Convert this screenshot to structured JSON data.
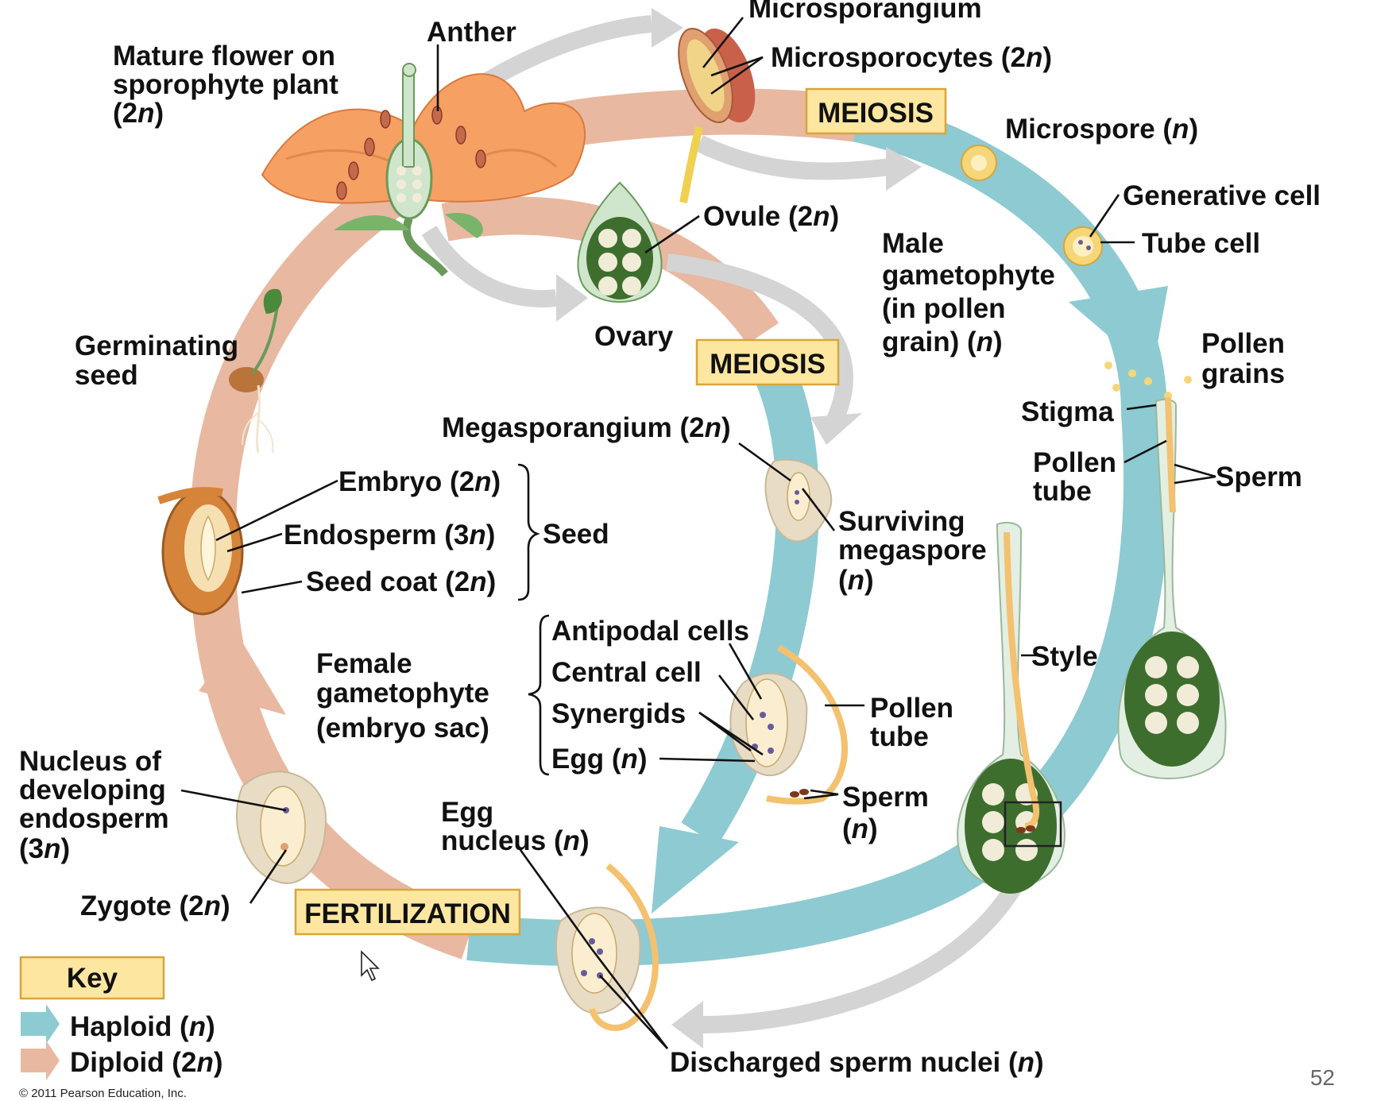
{
  "colors": {
    "haploid": "#8ecad2",
    "diploid": "#e8b8a1",
    "gray_arrow": "#d4d4d4",
    "stage_box_fill": "#fde7a0",
    "stage_box_stroke": "#d9a53a",
    "flower_orange": "#f6a064",
    "ovary_green": "#3e6e2e",
    "pollen_yellow": "#f7d67a"
  },
  "stages": {
    "meiosis_top": "MEIOSIS",
    "meiosis_mid": "MEIOSIS",
    "fertilization": "FERTILIZATION"
  },
  "labels": {
    "mature_flower_l1": "Mature flower on",
    "mature_flower_l2": "sporophyte plant",
    "mature_flower_l3": "(2",
    "mature_flower_l3_n": "n",
    "mature_flower_l3_end": ")",
    "anther": "Anther",
    "microsporangium": "Microsporangium",
    "microsporocytes": "Microsporocytes (2",
    "microsporocytes_n": "n",
    "microsporocytes_end": ")",
    "microspore": "Microspore (",
    "microspore_n": "n",
    "microspore_end": ")",
    "generative_cell": "Generative cell",
    "tube_cell": "Tube cell",
    "male_gam_l1": "Male",
    "male_gam_l2": "gametophyte",
    "male_gam_l3": "(in pollen",
    "male_gam_l4": "grain) (",
    "male_gam_l4_n": "n",
    "male_gam_l4_end": ")",
    "ovule": "Ovule (2",
    "ovule_n": "n",
    "ovule_end": ")",
    "ovary": "Ovary",
    "pollen_grains_l1": "Pollen",
    "pollen_grains_l2": "grains",
    "stigma": "Stigma",
    "pollen_tube_r_l1": "Pollen",
    "pollen_tube_r_l2": "tube",
    "sperm_r": "Sperm",
    "germinating_l1": "Germinating",
    "germinating_l2": "seed",
    "megasporangium": "Megasporangium (2",
    "megasporangium_n": "n",
    "megasporangium_end": ")",
    "surviving_l1": "Surviving",
    "surviving_l2": "megaspore",
    "surviving_l3": "(",
    "surviving_l3_n": "n",
    "surviving_l3_end": ")",
    "embryo": "Embryo (2",
    "embryo_n": "n",
    "embryo_end": ")",
    "endosperm": "Endosperm (3",
    "endosperm_n": "n",
    "endosperm_end": ")",
    "seed_coat": "Seed coat (2",
    "seed_coat_n": "n",
    "seed_coat_end": ")",
    "seed": "Seed",
    "style": "Style",
    "antipodal": "Antipodal cells",
    "central": "Central cell",
    "synergids": "Synergids",
    "egg": "Egg (",
    "egg_n": "n",
    "egg_end": ")",
    "female_l1": "Female",
    "female_l2": "gametophyte",
    "female_l3": "(embryo sac)",
    "pollen_tube_m_l1": "Pollen",
    "pollen_tube_m_l2": "tube",
    "sperm_m_l1": "Sperm",
    "sperm_m_l2": "(",
    "sperm_m_l2_n": "n",
    "sperm_m_l2_end": ")",
    "nucleus_l1": "Nucleus of",
    "nucleus_l2": "developing",
    "nucleus_l3": "endosperm",
    "nucleus_l4": "(3",
    "nucleus_l4_n": "n",
    "nucleus_l4_end": ")",
    "egg_nucleus_l1": "Egg",
    "egg_nucleus_l2": "nucleus (",
    "egg_nucleus_l2_n": "n",
    "egg_nucleus_l2_end": ")",
    "zygote": "Zygote (2",
    "zygote_n": "n",
    "zygote_end": ")",
    "discharged": "Discharged sperm nuclei (",
    "discharged_n": "n",
    "discharged_end": ")"
  },
  "key": {
    "title": "Key",
    "haploid": "Haploid (",
    "haploid_n": "n",
    "haploid_end": ")",
    "diploid": "Diploid (2",
    "diploid_n": "n",
    "diploid_end": ")"
  },
  "copyright": "© 2011 Pearson Education, Inc.",
  "page_number": "52"
}
